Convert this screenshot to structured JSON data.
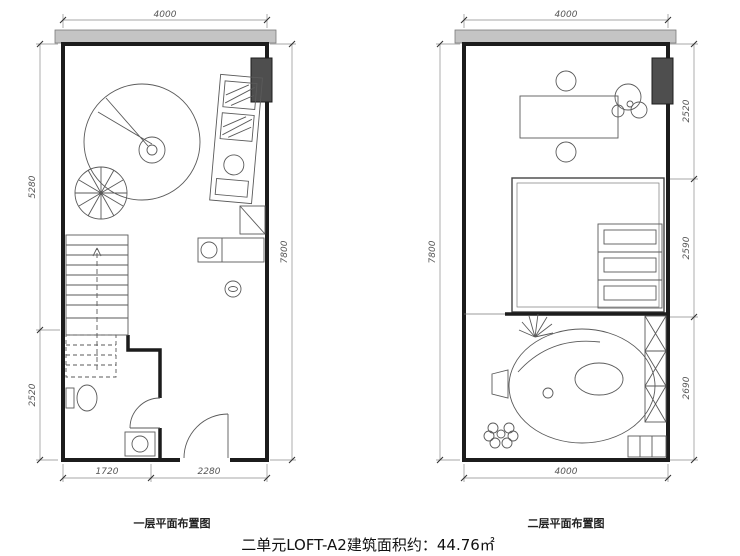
{
  "sheet": {
    "title": "二单元LOFT-A2建筑面积约：44.76㎡"
  },
  "plan1": {
    "caption": "一层平面布置图",
    "dim_top": "4000",
    "dim_left_upper": "5280",
    "dim_left_lower": "2520",
    "dim_right": "7800",
    "dim_bottom_left": "1720",
    "dim_bottom_right": "2280"
  },
  "plan2": {
    "caption": "二层平面布置图",
    "dim_top": "4000",
    "dim_left": "7800",
    "dim_right_upper": "2520",
    "dim_right_middle": "2590",
    "dim_right_lower": "2690",
    "dim_bottom": "4000"
  }
}
